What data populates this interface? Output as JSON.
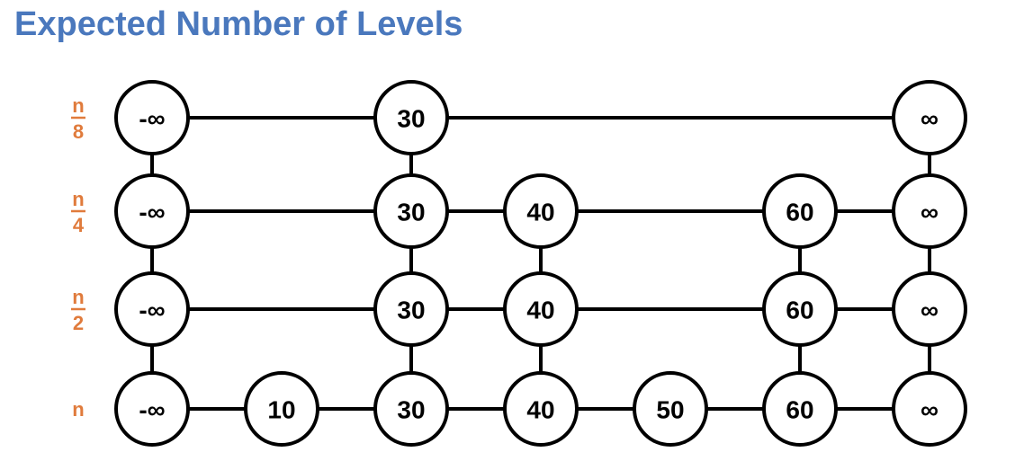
{
  "title": "Expected Number of Levels",
  "colors": {
    "title": "#4a78bd",
    "level_label": "#e07b3c",
    "stroke": "#000000"
  },
  "levels": [
    {
      "label": {
        "numerator": "n",
        "denominator": "8"
      },
      "nodes": [
        "-∞",
        "30",
        "∞"
      ]
    },
    {
      "label": {
        "numerator": "n",
        "denominator": "4"
      },
      "nodes": [
        "-∞",
        "30",
        "40",
        "60",
        "∞"
      ]
    },
    {
      "label": {
        "numerator": "n",
        "denominator": "2"
      },
      "nodes": [
        "-∞",
        "30",
        "40",
        "60",
        "∞"
      ]
    },
    {
      "label": {
        "text": "n"
      },
      "nodes": [
        "-∞",
        "10",
        "30",
        "40",
        "50",
        "60",
        "∞"
      ]
    }
  ]
}
